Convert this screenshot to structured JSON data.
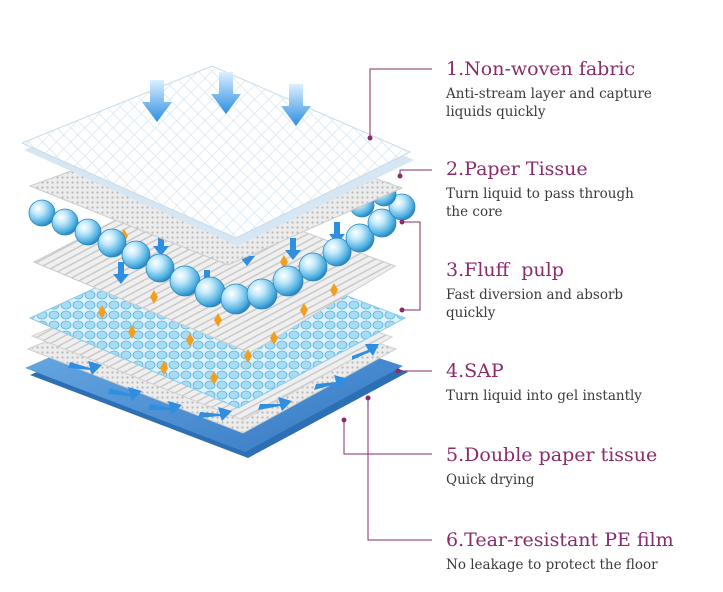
{
  "layers": [
    {
      "number": "1.",
      "title": "Non-woven fabric",
      "desc_lines": [
        "Anti-stream layer and capture",
        "liquids quickly"
      ]
    },
    {
      "number": "2.",
      "title": "Paper Tissue",
      "desc_lines": [
        "Turn liquid to pass through",
        "the core"
      ]
    },
    {
      "number": "3.",
      "title": "Fluff  pulp",
      "desc_lines": [
        "Fast diversion and absorb",
        "quickly"
      ]
    },
    {
      "number": "4.",
      "title": "SAP",
      "desc_lines": [
        "Turn liquid into gel instantly"
      ]
    },
    {
      "number": "5.",
      "title": "Double paper tissue",
      "desc_lines": [
        "Quick drying"
      ]
    },
    {
      "number": "6.",
      "title": "Tear-resistant PE film",
      "desc_lines": [
        "No leakage to protect the floor"
      ]
    }
  ],
  "colors": {
    "title": "#8a2c6c",
    "description": "#3b3b3b",
    "leader_line": "#8a2c6c",
    "pe_film": "#4a90d4",
    "sap_beads": "#8ad0f0",
    "arrows": "#2f8ee0",
    "sparks": "#f0a020"
  }
}
